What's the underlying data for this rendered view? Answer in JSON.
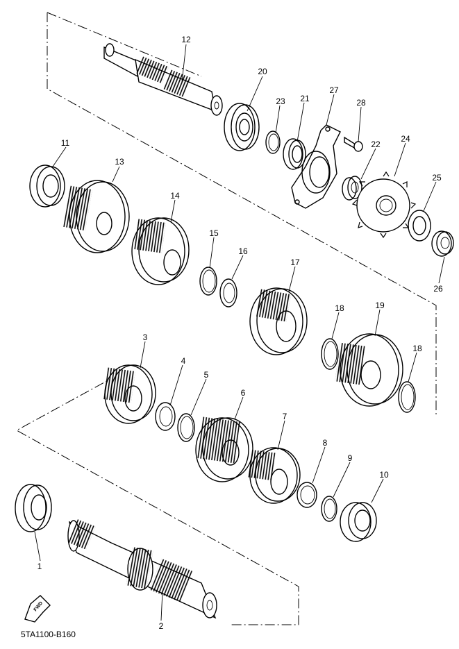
{
  "part_numbers": [
    "1",
    "2",
    "3",
    "4",
    "5",
    "6",
    "7",
    "8",
    "9",
    "10",
    "11",
    "12",
    "13",
    "14",
    "15",
    "16",
    "17",
    "18",
    "19",
    "20",
    "21",
    "22",
    "23",
    "24",
    "25",
    "26",
    "27",
    "28"
  ],
  "diagram_code": "5TA1100-B160",
  "fwd_label": "FWD"
}
